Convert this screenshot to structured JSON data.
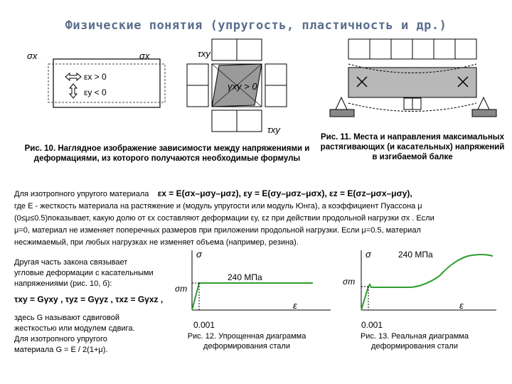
{
  "title": "Физические понятия (упругость, пластичность и др.)",
  "fig10": {
    "sigma_x_left": "σx",
    "sigma_x_right": "σx",
    "eps_x": "εx > 0",
    "eps_y": "εy < 0",
    "tau_xy_top": "τxy",
    "tau_xy_bottom": "τxy",
    "gamma_xy": "γxy > 0",
    "caption": "Рис. 10. Наглядное изображение зависимости между напряжениями и деформациями, из которого получаются необходимые формулы"
  },
  "fig11": {
    "caption": "Рис. 11. Места и направления максимальных растягивающих (и касательных) напряжений в изгибаемой балке"
  },
  "hooke": {
    "intro": "Для изотропного упругого материала",
    "formulas": "εx = E(σx–μσy–μσz),   εy = E(σy–μσz–μσx),   εz = E(σz–μσx–μσy),",
    "line2": "где E - жесткость материала на растяжение и (модуль упругости или модуль Юнга), а коэффициент Пуассона μ",
    "line3": "(0≤μ≤0.5)показывает, какую долю от εx составляют деформации εy, εz при действии продольной нагрузки σx . Если",
    "line4": "μ=0, материал не изменяет поперечных размеров при приложении продольной нагрузки. Если μ=0.5, материал",
    "line5": "несжимаемый, при любых нагрузках не изменяет объема (например, резина)."
  },
  "shear": {
    "line1": "Другая часть закона связывает",
    "line2": "угловые деформации с касательными",
    "line3": "напряжениями (рис. 10, б):",
    "formulas": "τxy = Gγxy ,   τyz = Gγyz ,   τxz = Gγxz ,",
    "line4": "здесь G называют сдвиговой",
    "line5": "жесткостью или модулем сдвига.",
    "line6": "Для изотропного упругого",
    "line7": "материала G = E / 2(1+μ)."
  },
  "fig12": {
    "sigma": "σ",
    "sigma_t": "σт",
    "epsilon": "ε",
    "stress_label": "240 МПа",
    "strain_label": "0.001",
    "caption": "Рис. 12. Упрощенная диаграмма деформирования стали"
  },
  "fig13": {
    "sigma": "σ",
    "sigma_t": "σт",
    "epsilon": "ε",
    "stress_label": "240 МПа",
    "strain_label": "0.001",
    "caption": "Рис. 13. Реальная диаграмма деформирования стали"
  },
  "colors": {
    "title": "#5a6d8c",
    "curve": "#2e9e2e",
    "gray_fill": "#b8b8b8"
  }
}
